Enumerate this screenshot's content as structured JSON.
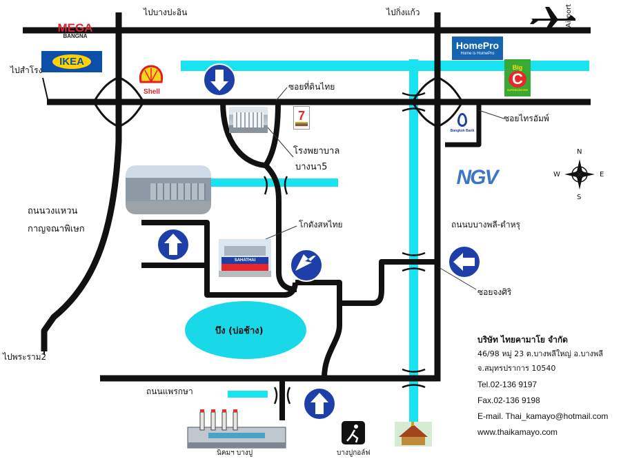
{
  "labels": {
    "to_bang_pa_in": "ไปบางปะอิน",
    "to_bang_kaeo": "ไปกิ่งแก้ว",
    "to_samrong": "ไปสำโรง",
    "to_rama2": "ไปพระราม2",
    "airport": "Airport",
    "soi_thin_thai": "ซอยที่ดินไทย",
    "soi_thai_thaem": "ซอยไทรอัมพ์",
    "hospital_line1": "โรงพยาบาล",
    "hospital_line2": "บางนา5",
    "ring_road_line1": "ถนนวงแหวน",
    "ring_road_line2": "กาญจณาพิเษก",
    "bang_phli_road": "ถนนบบางพลี-ตำหรุ",
    "warehouse": "โกดังสหไทย",
    "soi_chong_siri": "ซอยจงศิริ",
    "lake": "บึง (บ่อช้าง)",
    "phraeksa_road": "ถนนแพรกษา",
    "industrial_estate": "นิคมฯ บางปู",
    "bangpu_golf": "บางปูกอล์ฟ"
  },
  "brands": {
    "mega_top": "MEGA",
    "mega_bottom": "BANGNA",
    "ikea": "IKEA",
    "shell": "Shell",
    "homepro_main": "HomePro",
    "homepro_tag": "Home is HomePro",
    "bigc_big": "Big",
    "bigc_c": "C",
    "bigc_tag": "SUPERCENTER",
    "seven_eleven": "7",
    "ngv": "NGV",
    "bangkok_bank": "Bangkok Bank",
    "sahathai": "SAHATHAI"
  },
  "compass": {
    "n": "N",
    "s": "S",
    "e": "E",
    "w": "W"
  },
  "company": {
    "name": "บริษัท ไทยคามาโย จำกัด",
    "address1": "46/98 หมู่ 23 ต.บางพลีใหญ่ อ.บางพลี",
    "address2": "จ.สมุทรปราการ 10540",
    "tel": "Tel.02-136 9197",
    "fax": "Fax.02-136 9198",
    "email": "E-mail. Thai_kamayo@hotmail.com",
    "web": "www.thaikamayo.com"
  },
  "colors": {
    "road": "#111111",
    "canal": "#19e3f0",
    "sign_blue": "#1f3fa8",
    "lake": "#19d9e8",
    "ikea_blue": "#0b4fa8",
    "ikea_yellow": "#ffd200",
    "homepro_blue": "#1764b0",
    "bigc_green": "#39a935",
    "bigc_red": "#e8272a",
    "mega_red": "#d22632"
  },
  "icons": {
    "direction_signs": [
      "arrow-down-icon",
      "arrow-up-icon",
      "arrow-left-icon",
      "arrow-left-icon",
      "arrow-up-icon"
    ],
    "others": [
      "airplane-icon",
      "compass-icon",
      "shell-logo-icon",
      "golf-icon",
      "factory-icon",
      "temple-icon"
    ]
  }
}
